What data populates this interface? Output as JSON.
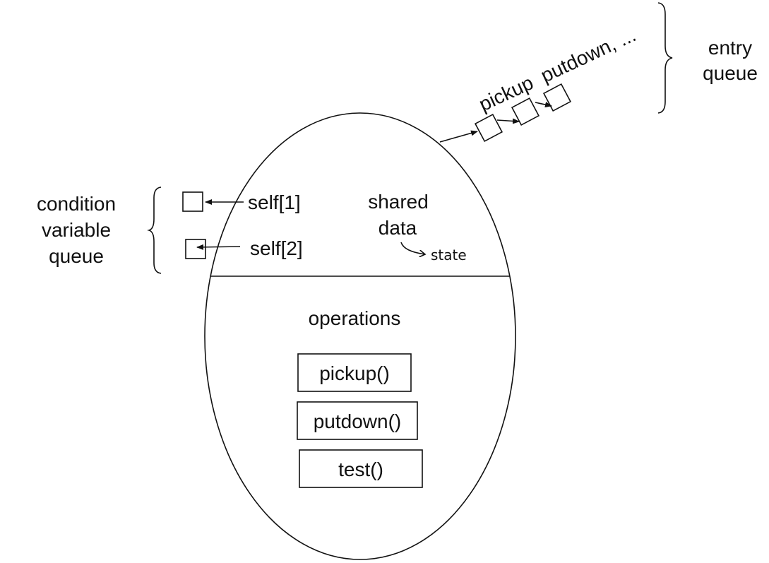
{
  "entry_queue": {
    "label_line1": "entry",
    "label_line2": "queue",
    "items_text": "pickup  putdown, ..."
  },
  "condition_queue": {
    "label_line1": "condition",
    "label_line2": "variable",
    "label_line3": "queue",
    "self1": "self[1]",
    "self2": "self[2]"
  },
  "shared": {
    "line1": "shared",
    "line2": "data",
    "state": "state"
  },
  "operations": {
    "title": "operations",
    "items": [
      "pickup()",
      "putdown()",
      "test()"
    ]
  }
}
